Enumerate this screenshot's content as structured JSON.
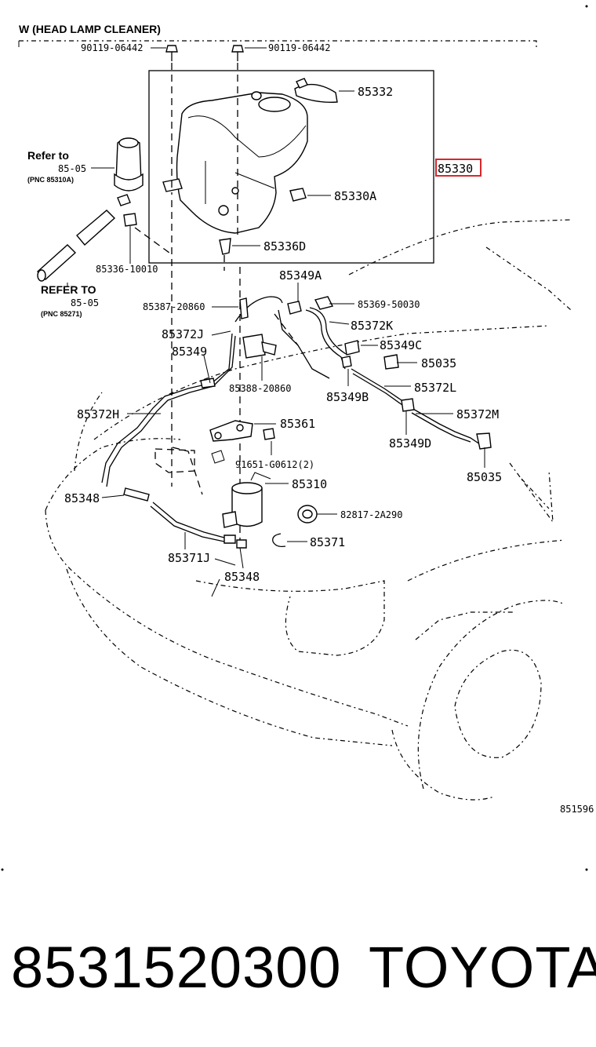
{
  "header": {
    "title": "W (HEAD LAMP CLEANER)"
  },
  "highlight_color": "#d9262b",
  "labels": {
    "p90119_left": "90119-06442",
    "p90119_right": "90119-06442",
    "p85332": "85332",
    "p85330": "85330",
    "p85330A": "85330A",
    "p85336D": "85336D",
    "p85336": "85336-10010",
    "p85349A": "85349A",
    "p85387": "85387-20860",
    "p85369": "85369-50030",
    "p85372K": "85372K",
    "p85372J": "85372J",
    "p85349C": "85349C",
    "p85349": "85349",
    "p85035_a": "85035",
    "p85388": "85388-20860",
    "p85349B": "85349B",
    "p85372L": "85372L",
    "p85372H": "85372H",
    "p85372M": "85372M",
    "p85361": "85361",
    "p85349D": "85349D",
    "p91651": "91651-G0612(2)",
    "p85035_b": "85035",
    "p85310": "85310",
    "p85348_a": "85348",
    "p82817": "82817-2A290",
    "p85371": "85371",
    "p85371J": "85371J",
    "p85348_b": "85348",
    "figure_id": "851596"
  },
  "refs": {
    "refer_to_1": "Refer to",
    "refer_to_1_page": "85-05",
    "refer_to_1_pnc": "(PNC 85310A)",
    "refer_to_2": "REFER TO",
    "refer_to_2_page": "85-05",
    "refer_to_2_pnc": "(PNC 85271)"
  },
  "footer": {
    "part_number": "8531520300",
    "brand": "TOYOTA"
  }
}
